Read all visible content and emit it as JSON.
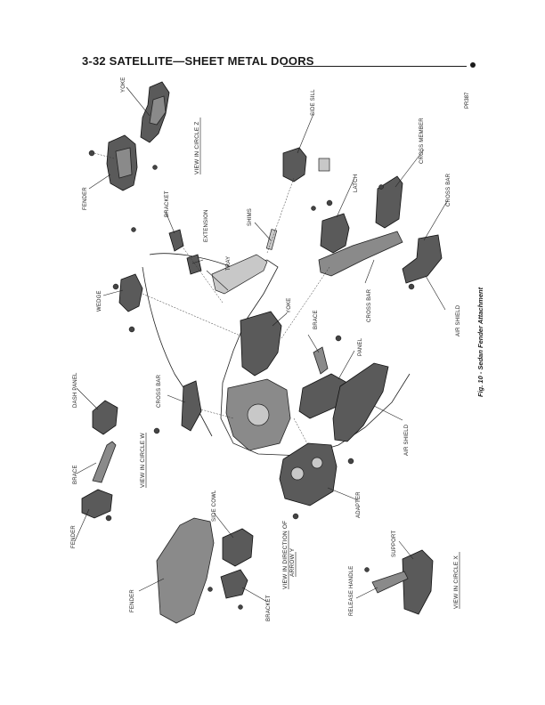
{
  "page": {
    "title": "3-32 SATELLITE—SHEET METAL DOORS",
    "figure_caption": "Fig. 10 - Sedan Fender Attachment",
    "figure_code": "PR387"
  },
  "labels": {
    "yoke_top": "YOKE",
    "fender_top": "FENDER",
    "view_circle_z": "VIEW IN CIRCLE Z",
    "side_sill": "SIDE SILL",
    "cross_member": "CROSS MEMBER",
    "latch": "LATCH",
    "cross_bar_right": "CROSS BAR",
    "bracket_top": "BRACKET",
    "extension": "EXTENSION",
    "shims": "SHIMS",
    "tray": "TRAY",
    "wedge": "WEDGE",
    "cross_bar_center": "CROSS BAR",
    "yoke_center": "YOKE",
    "brace_center": "BRACE",
    "air_shield_right": "AIR SHIELD",
    "dash_panel": "DASH PANEL",
    "cross_bar_left": "CROSS BAR",
    "panel": "PANEL",
    "brace_left": "BRACE",
    "view_circle_w": "VIEW IN CIRCLE W",
    "air_shield_center": "AIR SHIELD",
    "fender_left": "FENDER",
    "side_cowl": "SIDE COWL",
    "adapter": "ADAPTER",
    "view_direction_y_line1": "VIEW IN DIRECTION OF",
    "view_direction_y_line2": "ARROW Y",
    "fender_bottom": "FENDER",
    "bracket_bottom": "BRACKET",
    "support": "SUPPORT",
    "release_handle": "RELEASE HANDLE",
    "view_circle_x": "VIEW IN CIRCLE X"
  }
}
